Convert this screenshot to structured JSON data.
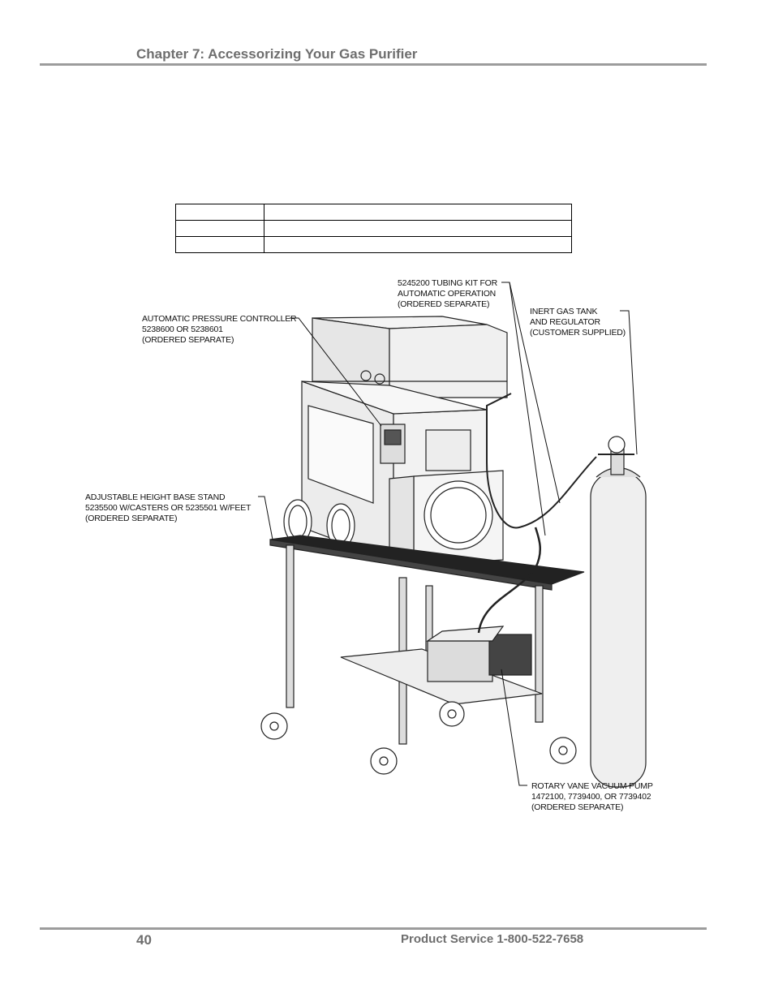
{
  "header": {
    "chapter_title": "Chapter 7: Accessorizing Your Gas Purifier"
  },
  "table": {
    "rows": [
      [
        "",
        ""
      ],
      [
        "",
        ""
      ],
      [
        "",
        ""
      ]
    ]
  },
  "figure": {
    "callouts": {
      "tubing_kit": [
        "5245200 TUBING KIT FOR",
        "AUTOMATIC OPERATION",
        "(ORDERED SEPARATE)"
      ],
      "pressure_controller": [
        "AUTOMATIC PRESSURE CONTROLLER",
        "5238600 OR 5238601",
        "(ORDERED SEPARATE)"
      ],
      "gas_tank": [
        "INERT GAS TANK",
        "AND REGULATOR",
        "(CUSTOMER SUPPLIED)"
      ],
      "base_stand": [
        "ADJUSTABLE HEIGHT BASE STAND",
        "5235500 W/CASTERS OR 5235501 W/FEET",
        "(ORDERED SEPARATE)"
      ],
      "vacuum_pump": [
        "ROTARY VANE VACUUM PUMP",
        "1472100, 7739400, OR 7739402",
        "(ORDERED SEPARATE)"
      ]
    }
  },
  "footer": {
    "page_number": "40",
    "product_service": "Product Service 1-800-522-7658"
  }
}
